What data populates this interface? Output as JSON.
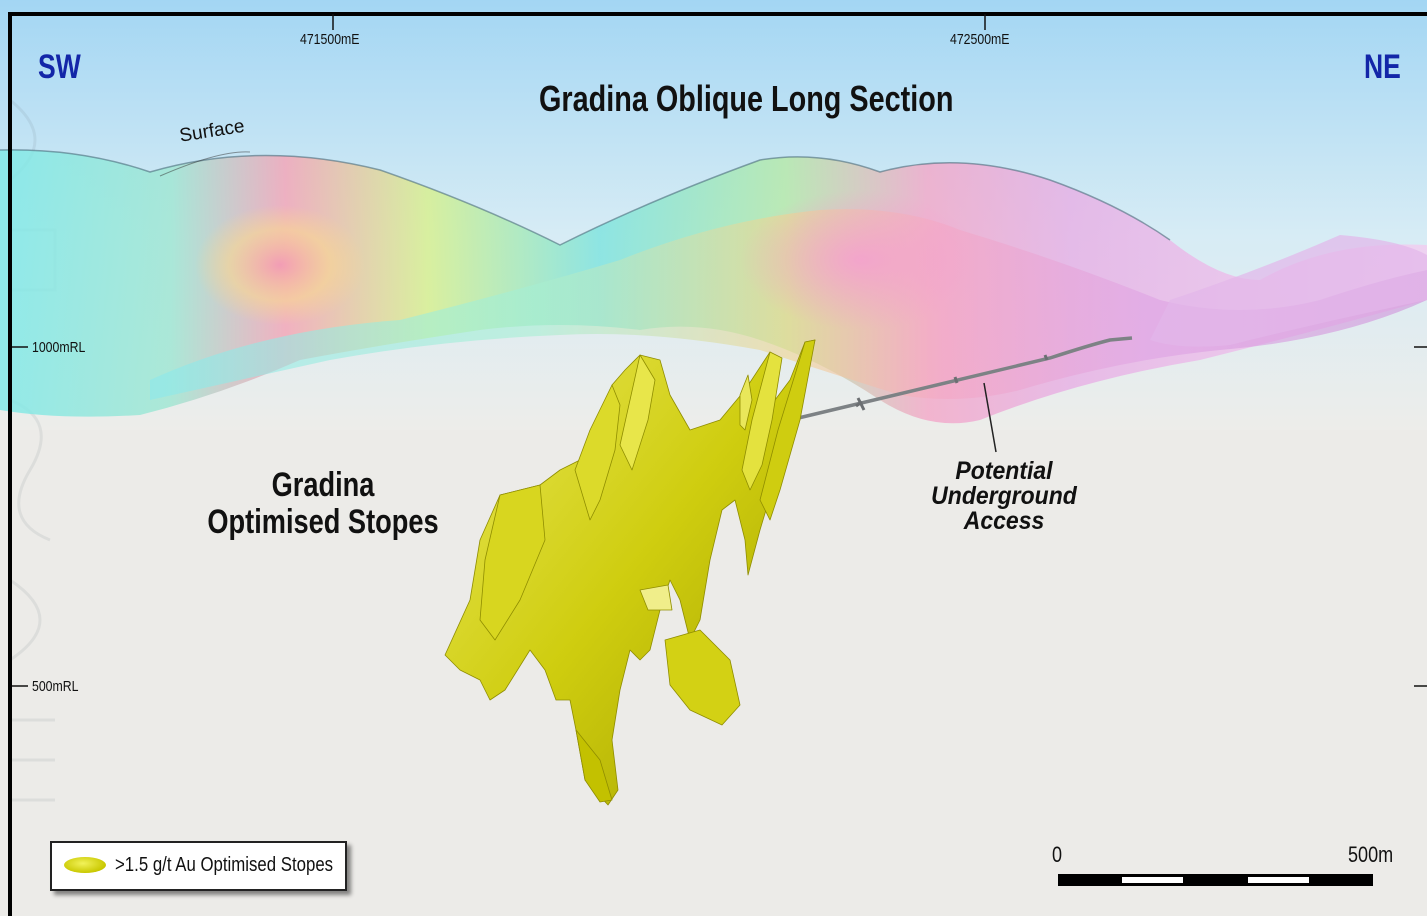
{
  "title": "Gradina Oblique Long Section",
  "orientation": {
    "left": "SW",
    "right": "NE"
  },
  "easting_ticks": [
    "471500mE",
    "472500mE"
  ],
  "rl_ticks": [
    "1000mRL",
    "500mRL"
  ],
  "annotations": {
    "surface": "Surface",
    "stopes_line1": "Gradina",
    "stopes_line2": "Optimised Stopes",
    "access_line1": "Potential",
    "access_line2": "Underground",
    "access_line3": "Access"
  },
  "legend": {
    "label": ">1.5 g/t Au Optimised Stopes",
    "swatch_color": "#d4d300"
  },
  "scale_bar": {
    "start_label": "0",
    "end_label": "500m"
  },
  "colors": {
    "direction_text": "#1326a8",
    "stope": "#d4d300",
    "frame": "#000000",
    "sky_top": "#a9d9f4",
    "ground": "#ecebe8"
  }
}
